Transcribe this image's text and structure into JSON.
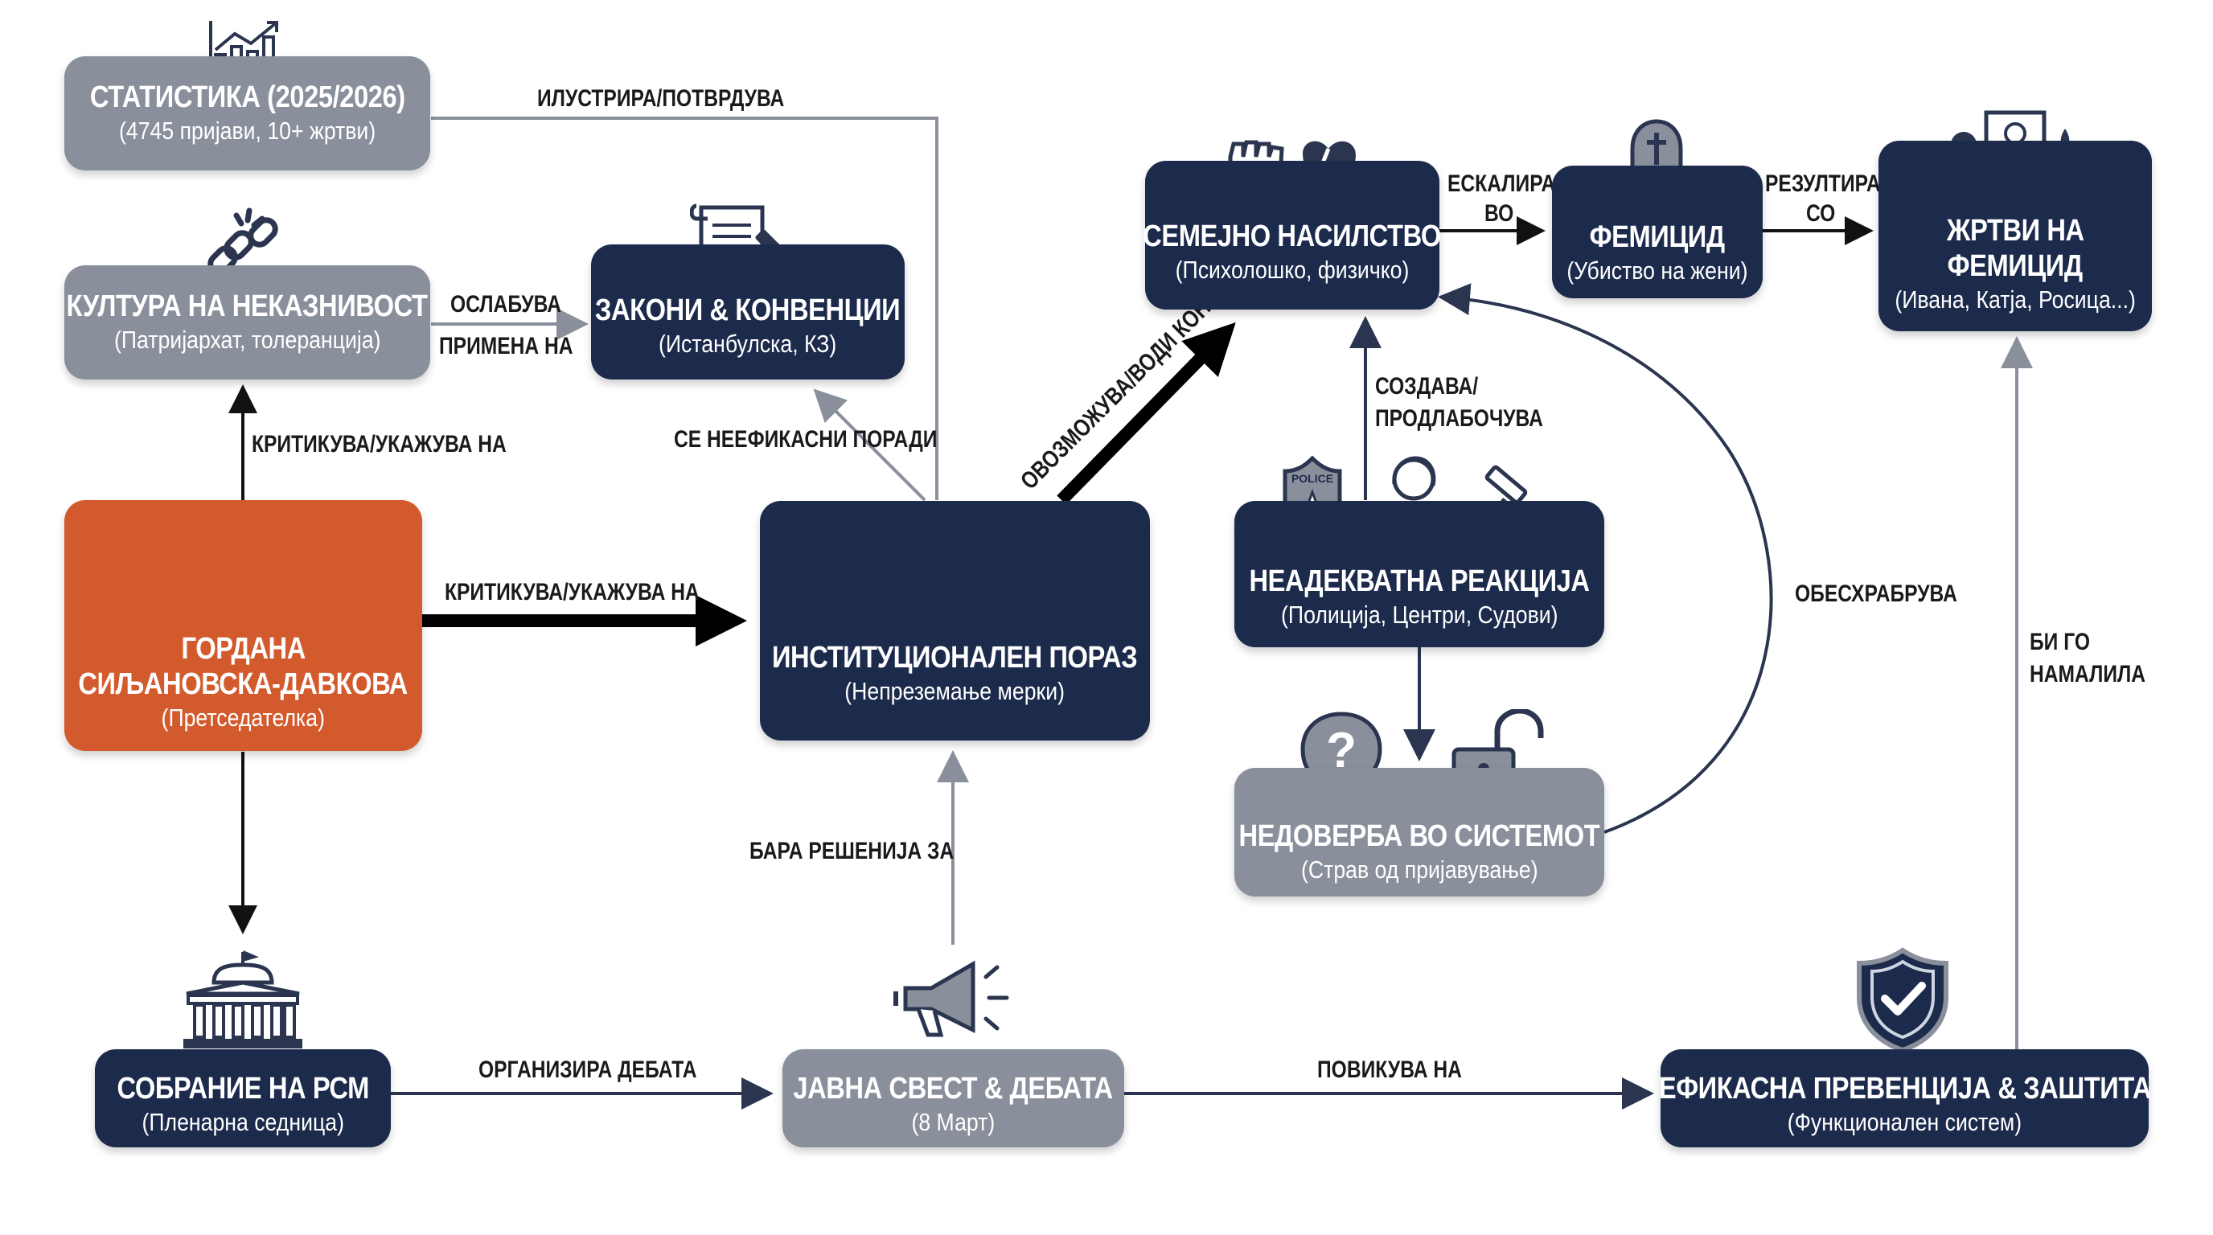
{
  "nodes": {
    "statistics": {
      "title": "СТАТИСТИКА (2025/2026)",
      "sub": "(4745 пријави, 10+ жртви)"
    },
    "culture": {
      "title": "КУЛТУРА НА НЕКАЗНИВОСТ",
      "sub": "(Патријархат, толеранција)"
    },
    "laws": {
      "title": "ЗАКОНИ & КОНВЕНЦИИ",
      "sub": "(Истанбулска, КЗ)"
    },
    "president": {
      "title_line1": "ГОРДАНА",
      "title_line2": "СИЉАНОВСКА-ДАВКОВА",
      "sub": "(Претседателка)"
    },
    "institutional": {
      "title": "ИНСТИТУЦИОНАЛЕН ПОРАЗ",
      "sub": "(Непреземање мерки)"
    },
    "violence": {
      "title": "СЕМЕЈНО НАСИЛСТВО",
      "sub": "(Психолошко, физичко)"
    },
    "femicide": {
      "title": "ФЕМИЦИД",
      "sub": "(Убиство на жени)"
    },
    "victims": {
      "title_line1": "ЖРТВИ НА",
      "title_line2": "ФЕМИЦИД",
      "sub": "(Ивана, Катја, Росица...)"
    },
    "inadequate": {
      "title": "НЕАДЕКВАТНА РЕАКЦИЈА",
      "sub": "(Полиција, Центри, Судови)"
    },
    "distrust": {
      "title": "НЕДОВЕРБА ВО СИСТЕМОТ",
      "sub": "(Страв од пријавување)"
    },
    "assembly": {
      "title": "СОБРАНИЕ НА РСМ",
      "sub": "(Пленарна седница)"
    },
    "awareness": {
      "title": "ЈАВНА СВЕСТ & ДЕБАТА",
      "sub": "(8 Март)"
    },
    "prevention": {
      "title": "ЕФИКАСНА ПРЕВЕНЦИЈА & ЗАШТИТА",
      "sub": "(Функционален систем)"
    }
  },
  "edges": {
    "illustrates": "ИЛУСТРИРА/ПОТВРДУВА",
    "weakens_1": "ОСЛАБУВА",
    "weakens_2": "ПРИМЕНА НА",
    "criticizes_culture": "КРИТИКУВА/УКАЖУВА НА",
    "criticizes_institutional": "КРИТИКУВА/УКАЖУВА НА",
    "ineffective": "СЕ НЕЕФИКАСНИ ПОРАДИ",
    "enables": "ОВОЗМОЖУВА/ВОДИ КОН",
    "escalates_1": "ЕСКАЛИРА",
    "escalates_2": "ВО",
    "results_1": "РЕЗУЛТИРА",
    "results_2": "СО",
    "creates_1": "СОЗДАВА/",
    "creates_2": "ПРОДЛАБОЧУВА",
    "discourages": "ОБЕСХРАБРУВА",
    "would_reduce_1": "БИ ГО",
    "would_reduce_2": "НАМАЛИЛА",
    "demands": "БАРА РЕШЕНИЈА ЗА",
    "organizes": "ОРГАНИЗИРА ДЕБАТА",
    "calls_for": "ПОВИКУВА НА"
  },
  "icons": {
    "statistics": "bar-chart-icon",
    "culture": "broken-chain-icon",
    "laws": "document-gavel-icon",
    "president": "coat-of-arms-icon",
    "institutional": "broken-shield-scales-icon",
    "violence": "fist-broken-heart-icon",
    "femicide": "tombstone-icon",
    "victims": "memorial-icon",
    "inadequate": "police-doctor-gavel-icon",
    "distrust": "question-unlock-icon",
    "assembly": "parliament-building-icon",
    "awareness": "megaphone-icon",
    "prevention": "shield-check-icon"
  },
  "police_badge_text": "POLICE",
  "colors": {
    "dark": "#1c2a4c",
    "gray": "#8a8f9c",
    "orange": "#d35a2c",
    "gray_arrow": "#8a8f9c",
    "black_arrow": "#000000"
  }
}
